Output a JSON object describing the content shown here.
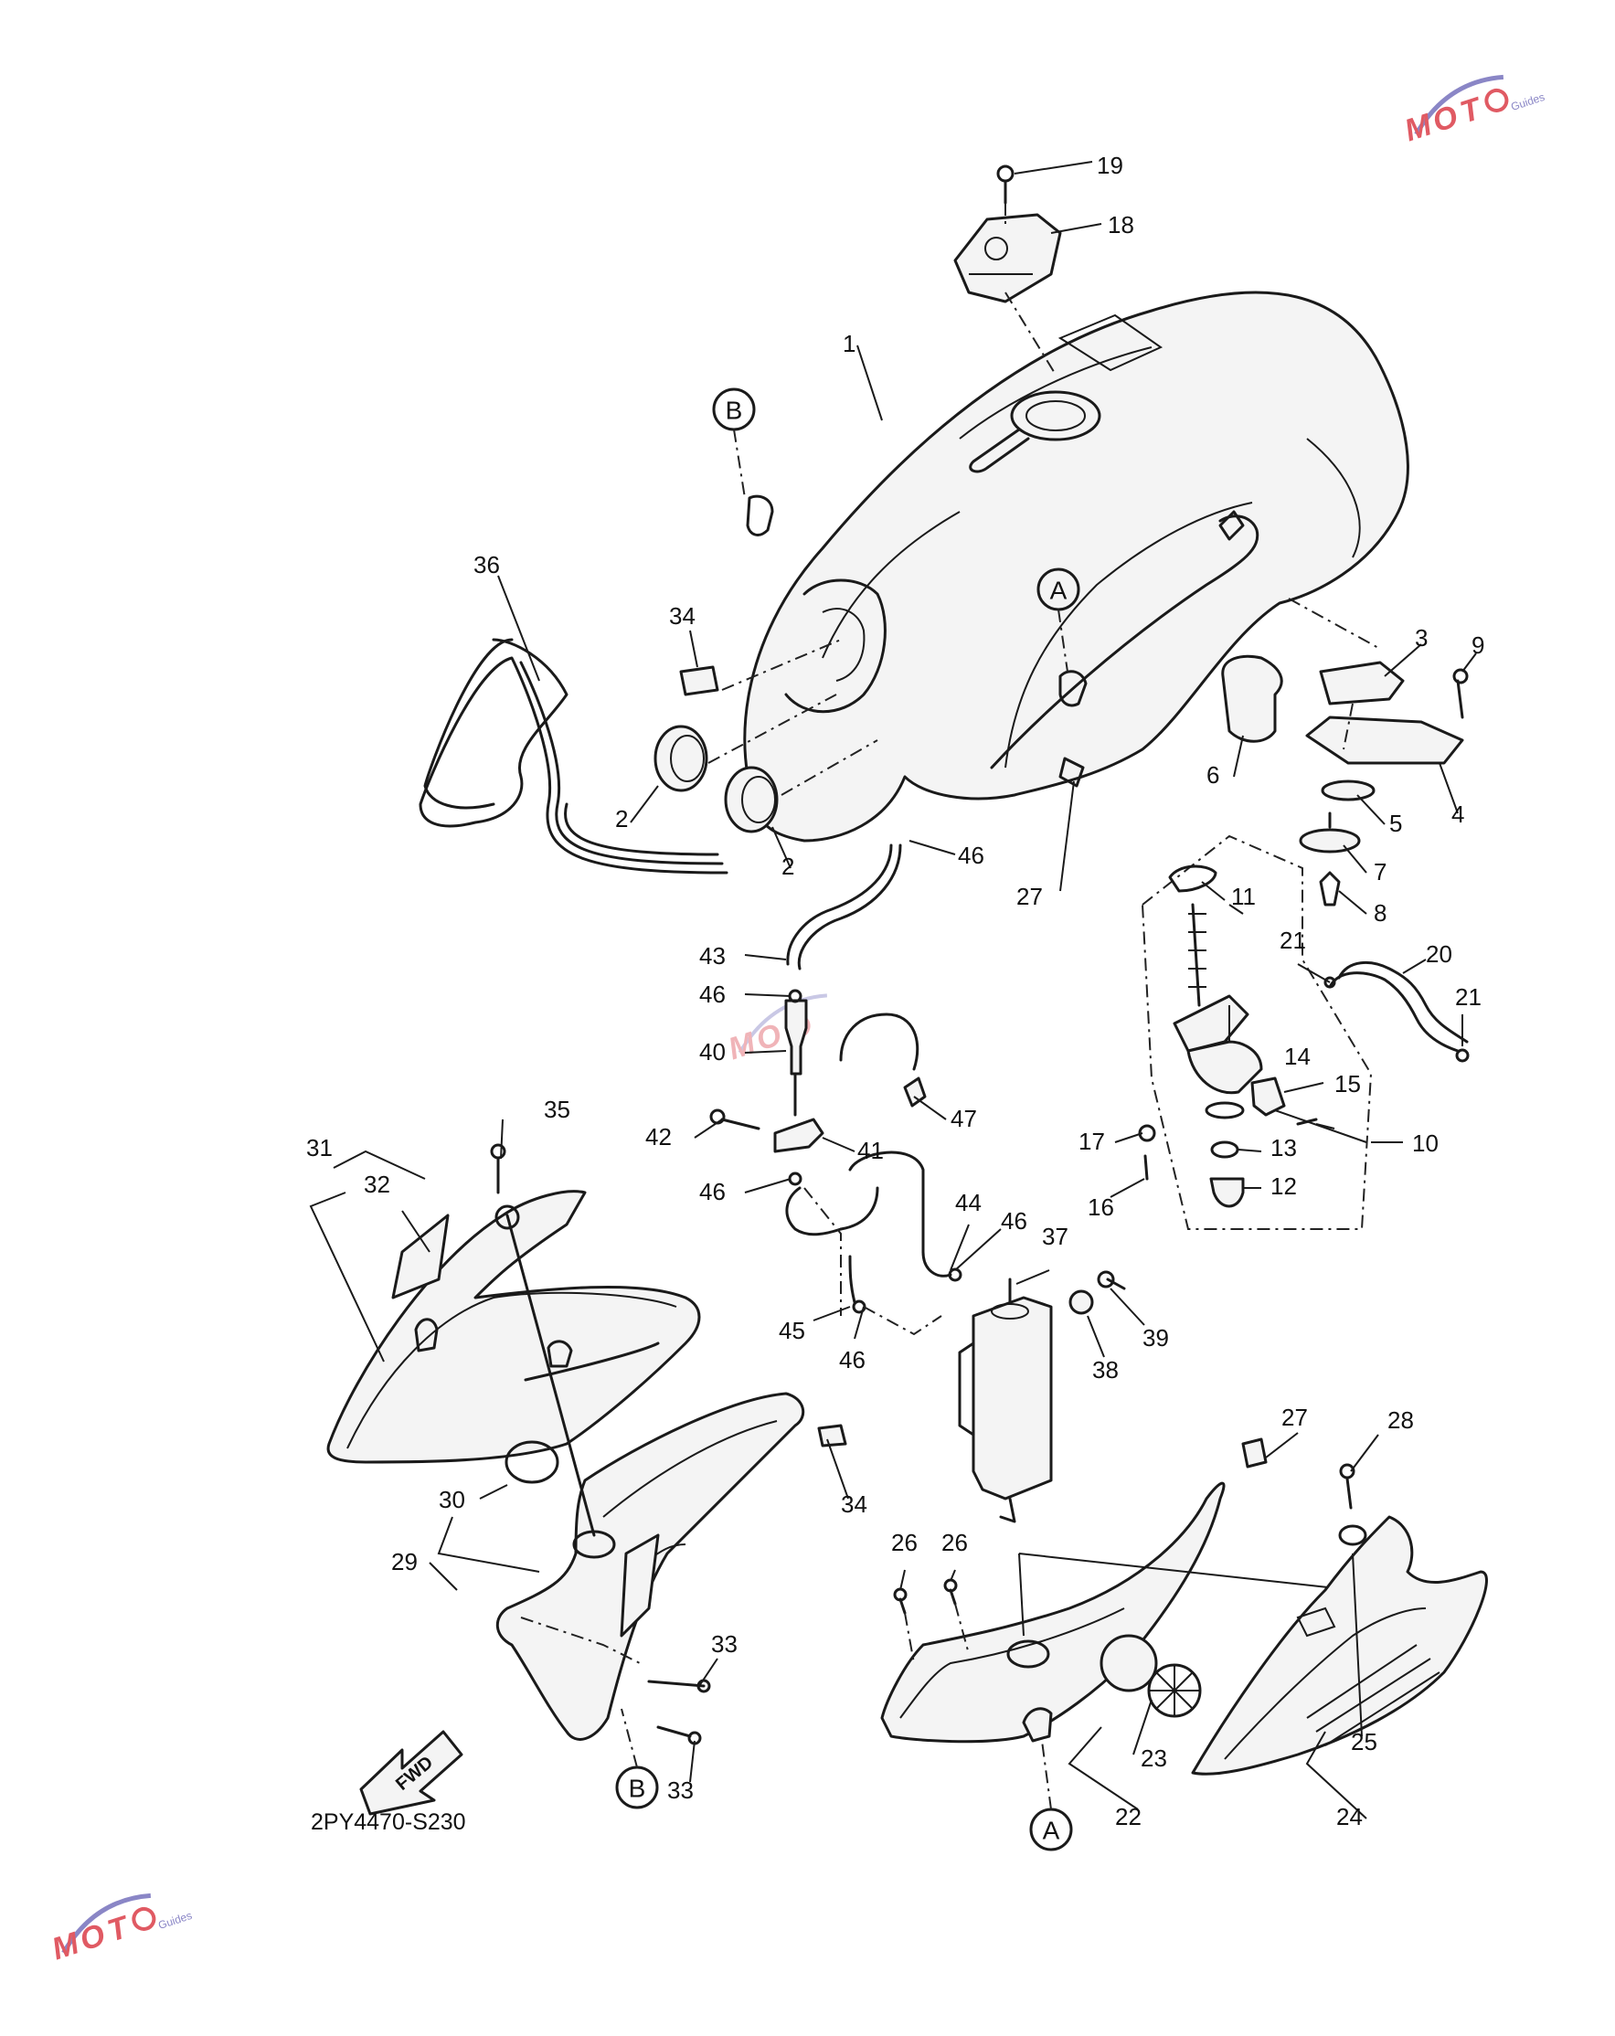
{
  "diagram_code": "2PY4470-S230",
  "fwd_label": "FWD",
  "reference_markers": [
    "A",
    "B"
  ],
  "callouts": [
    "1",
    "2",
    "3",
    "4",
    "5",
    "6",
    "7",
    "8",
    "9",
    "10",
    "11",
    "12",
    "13",
    "14",
    "15",
    "16",
    "17",
    "18",
    "19",
    "20",
    "21",
    "22",
    "23",
    "24",
    "25",
    "26",
    "27",
    "28",
    "29",
    "30",
    "31",
    "32",
    "33",
    "34",
    "35",
    "36",
    "37",
    "38",
    "39",
    "40",
    "41",
    "42",
    "43",
    "44",
    "45",
    "46",
    "47"
  ],
  "watermark": {
    "brand": "MOTO",
    "sub": "Guides",
    "colors": {
      "primary": "#e05a63",
      "secondary": "#8a86c6"
    }
  }
}
